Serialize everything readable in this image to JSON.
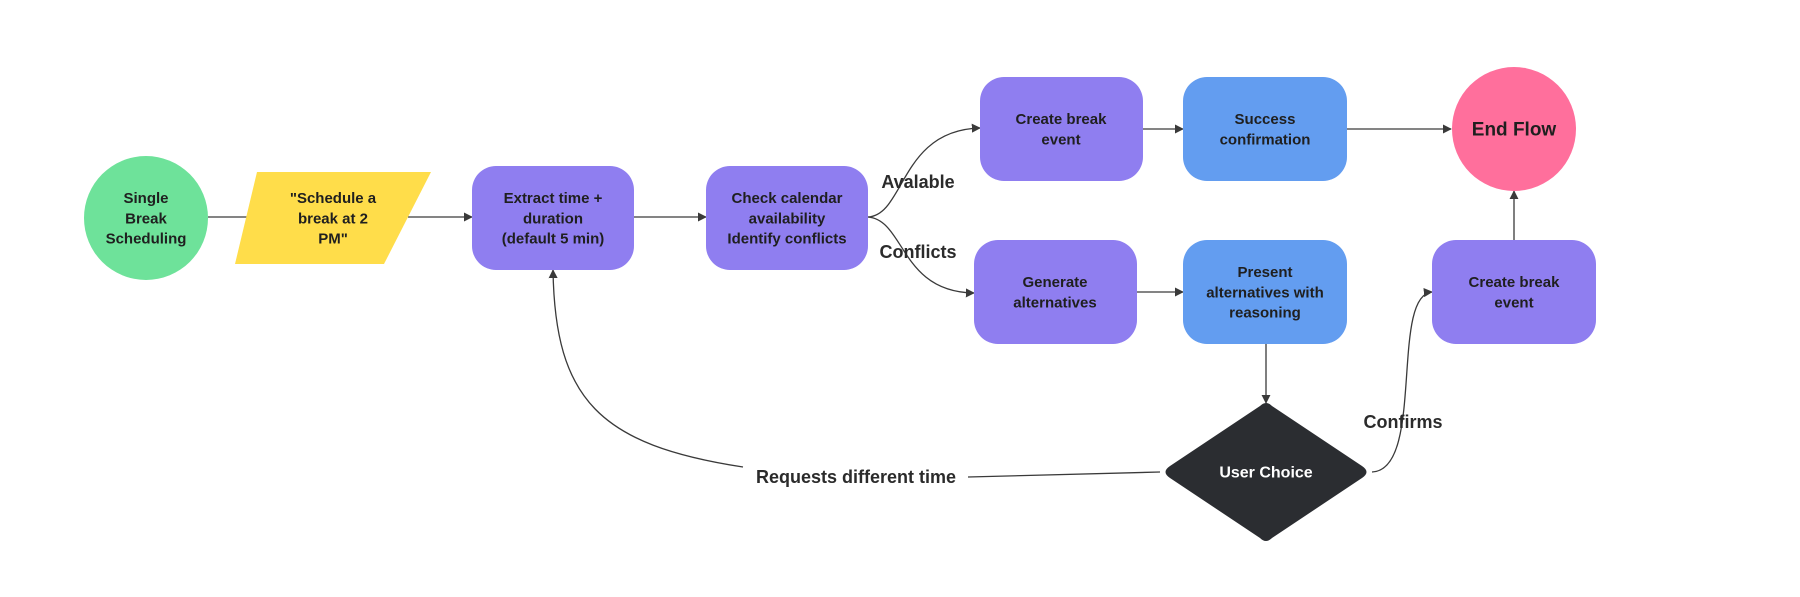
{
  "colors": {
    "start": "#6ee29a",
    "input": "#ffdd4a",
    "process": "#8f7ef0",
    "output": "#639df0",
    "end": "#ff6f9c",
    "decision": "#2b2d31",
    "edge": "#3a3a3a"
  },
  "nodes": {
    "start": [
      "Single",
      "Break",
      "Scheduling"
    ],
    "input": [
      "\"Schedule a",
      "break at 2",
      "PM\""
    ],
    "extract": [
      "Extract time +",
      "duration",
      "(default 5 min)"
    ],
    "check": [
      "Check calendar",
      "availability",
      "Identify conflicts"
    ],
    "create_top": [
      "Create break",
      "event"
    ],
    "success": [
      "Success",
      "confirmation"
    ],
    "end": [
      "End Flow"
    ],
    "generate": [
      "Generate",
      "alternatives"
    ],
    "present": [
      "Present",
      "alternatives with",
      "reasoning"
    ],
    "create_right": [
      "Create break",
      "event"
    ],
    "decision": [
      "User Choice"
    ]
  },
  "edge_labels": {
    "available": "Avalable",
    "conflicts": "Conflicts",
    "confirms": "Confirms",
    "requests": "Requests different time"
  }
}
